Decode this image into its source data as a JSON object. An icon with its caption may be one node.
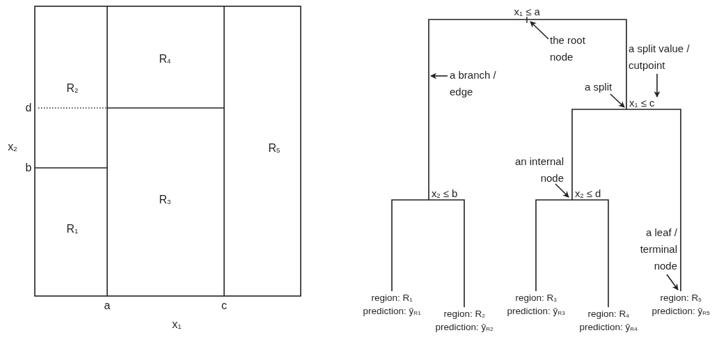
{
  "diagram": {
    "nodes": [
      {
        "text": [
          "x$_{1}$ ≤ a"
        ]
      },
      {
        "text": [
          "the root node"
        ]
      },
      {
        "text": [
          "a branch / edge"
        ]
      },
      {
        "text": [
          "a split value / cutpoint"
        ]
      },
      {
        "text": [
          "a split"
        ]
      },
      {
        "text": [
          "x$_{1}$ ≤ c"
        ]
      },
      {
        "text": [
          "an internal node"
        ]
      },
      {
        "text": [
          "x$_{2}$ ≤ b"
        ]
      },
      {
        "text": [
          "x$_{2}$ ≤ d"
        ]
      },
      {
        "text": [
          "a leaf / terminal node"
        ]
      },
      {
        "text": [
          "region: R$_{1}$",
          "prediction: ŷ$_{R1}$"
        ]
      },
      {
        "text": [
          "region: R$_{2}$",
          "prediction: ŷ$_{R2}$"
        ]
      },
      {
        "text": [
          "region: R$_{3}$",
          "prediction: ŷ$_{R3}$"
        ]
      },
      {
        "text": [
          "region: R$_{4}$",
          "prediction: ŷ$_{R4}$"
        ]
      },
      {
        "text": [
          "region: R$_{5}$",
          "prediction: ŷ$_{R5}$"
        ]
      }
    ],
    "edges": [
      {
        "from": 0,
        "to": 7,
        "arrow": "none"
      },
      {
        "from": 0,
        "to": 5,
        "arrow": "none"
      },
      {
        "from": 5,
        "to": 8,
        "arrow": "none"
      },
      {
        "from": 5,
        "to": 14,
        "arrow": "none"
      },
      {
        "from": 7,
        "to": 10,
        "arrow": "none"
      },
      {
        "from": 7,
        "to": 11,
        "arrow": "none"
      },
      {
        "from": 8,
        "to": 12,
        "arrow": "none"
      },
      {
        "from": 8,
        "to": 13,
        "arrow": "none"
      },
      {
        "from": 1,
        "to": 0,
        "arrow": "to"
      },
      {
        "from": 2,
        "to": null,
        "arrow": "to"
      },
      {
        "from": 3,
        "to": 5,
        "arrow": "to"
      },
      {
        "from": 4,
        "to": 5,
        "arrow": "to"
      },
      {
        "from": 6,
        "to": 8,
        "arrow": "to"
      },
      {
        "from": 9,
        "to": 14,
        "arrow": "to"
      }
    ],
    "labels": [
      "R$_{4}$",
      "R$_{2}$",
      "d",
      "x$_{2}$",
      "R$_{5}$",
      "b",
      "R$_{3}$",
      "R$_{1}$",
      "a",
      "c",
      "x$_{1}$"
    ]
  }
}
